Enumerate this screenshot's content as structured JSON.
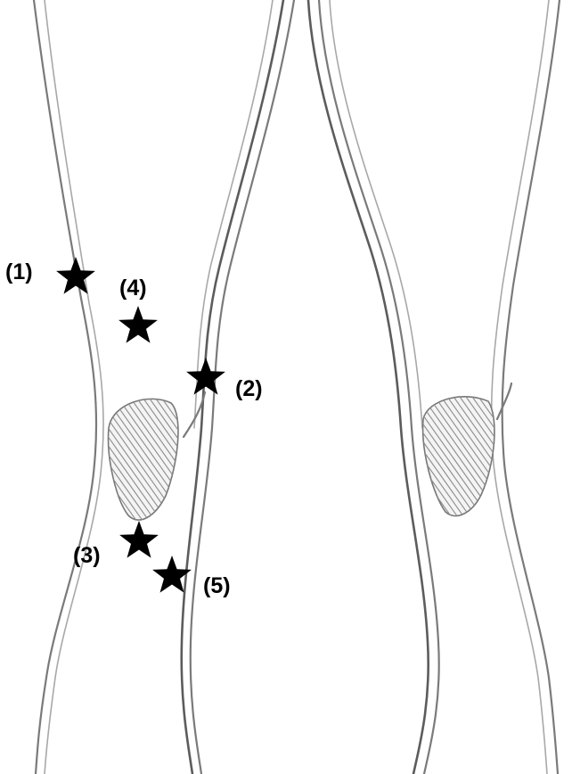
{
  "figure": {
    "background_color": "#ffffff",
    "line_color": "#7a7a7a",
    "marker_color": "#000000",
    "marker_shape": "star",
    "legs": [
      "right-leg",
      "left-leg"
    ],
    "markers": [
      {
        "id": "1",
        "label": "(1)"
      },
      {
        "id": "2",
        "label": "(2)"
      },
      {
        "id": "3",
        "label": "(3)"
      },
      {
        "id": "4",
        "label": "(4)"
      },
      {
        "id": "5",
        "label": "(5)"
      }
    ]
  }
}
